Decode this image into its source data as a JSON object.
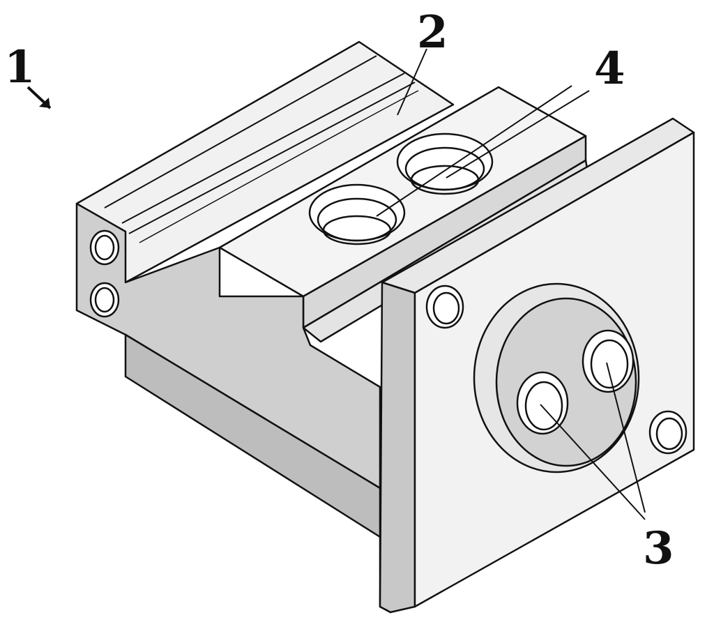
{
  "figure": {
    "labels": {
      "part_1": "1",
      "part_2": "2",
      "part_3": "3",
      "part_4": "4"
    },
    "colors": {
      "line": "#111111",
      "face_light": "#eeeeee",
      "face_mid": "#dcdcdc",
      "face_dark": "#c4c4c4",
      "face_white": "#f6f6f6",
      "hole": "#ffffff"
    }
  }
}
